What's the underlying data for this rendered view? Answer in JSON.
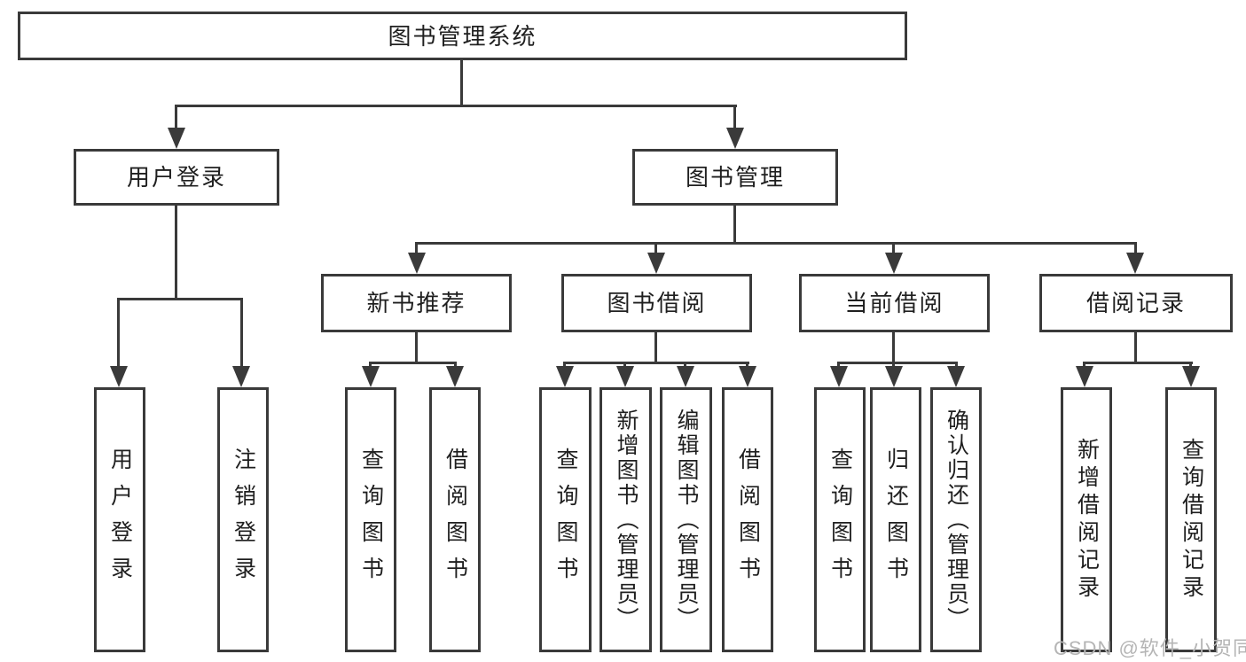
{
  "colors": {
    "line": "#3a3a3a",
    "text": "#1f1f1f",
    "background": "#ffffff",
    "watermark": "#b5b5b5"
  },
  "watermark": "CSDN @软件_小贺同学",
  "tree": {
    "root": "图书管理系统",
    "branches": [
      {
        "label": "用户登录",
        "children": [
          "用户登录",
          "注销登录"
        ]
      },
      {
        "label": "图书管理",
        "sections": [
          {
            "label": "新书推荐",
            "children": [
              "查询图书",
              "借阅图书"
            ]
          },
          {
            "label": "图书借阅",
            "children": [
              "查询图书",
              "新增图书（管理员）",
              "编辑图书（管理员）",
              "借阅图书"
            ]
          },
          {
            "label": "当前借阅",
            "children": [
              "查询图书",
              "归还图书",
              "确认归还（管理员）"
            ]
          },
          {
            "label": "借阅记录",
            "children": [
              "新增借阅记录",
              "查询借阅记录"
            ]
          }
        ]
      }
    ]
  }
}
